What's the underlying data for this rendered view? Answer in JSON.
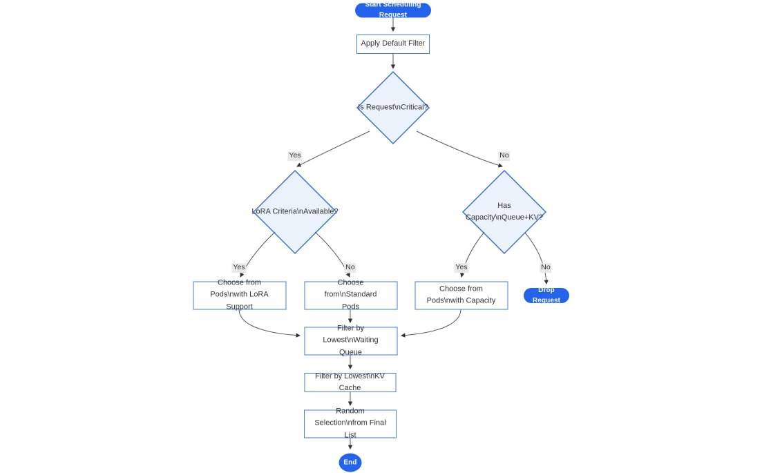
{
  "diagram": {
    "type": "flowchart",
    "nodes": {
      "start": "Start Scheduling Request",
      "apply_default_filter": "Apply Default Filter",
      "is_request_critical": "Is Request\\nCritical?",
      "lora_criteria_available": "LoRA Criteria\\nAvailable?",
      "has_capacity_queue_kv": "Has Capacity\\nQueue+KV?",
      "choose_pods_lora": "Choose from Pods\\nwith LoRA Support",
      "choose_standard_pods": "Choose from\\nStandard Pods",
      "choose_pods_capacity": "Choose from Pods\\nwith Capacity",
      "drop_request": "Drop Request",
      "filter_waiting_queue": "Filter by Lowest\\nWaiting Queue",
      "filter_kv_cache": "Filter by Lowest\\nKV Cache",
      "random_selection": "Random Selection\\nfrom Final List",
      "end": "End"
    },
    "edge_labels": {
      "critical_yes": "Yes",
      "critical_no": "No",
      "lora_yes": "Yes",
      "lora_no": "No",
      "capacity_yes": "Yes",
      "capacity_no": "No"
    },
    "colors": {
      "pill_fill": "#2563eb",
      "pill_text": "#ffffff",
      "node_fill": "#ffffff",
      "node_border": "#4a7ad9",
      "decision_fill": "#eaf2fb",
      "decision_border": "#3d6fd6",
      "edge_line": "#555555",
      "arrowhead": "#333333",
      "edge_label_bg": "#e8e8e8",
      "text": "#333333"
    }
  }
}
